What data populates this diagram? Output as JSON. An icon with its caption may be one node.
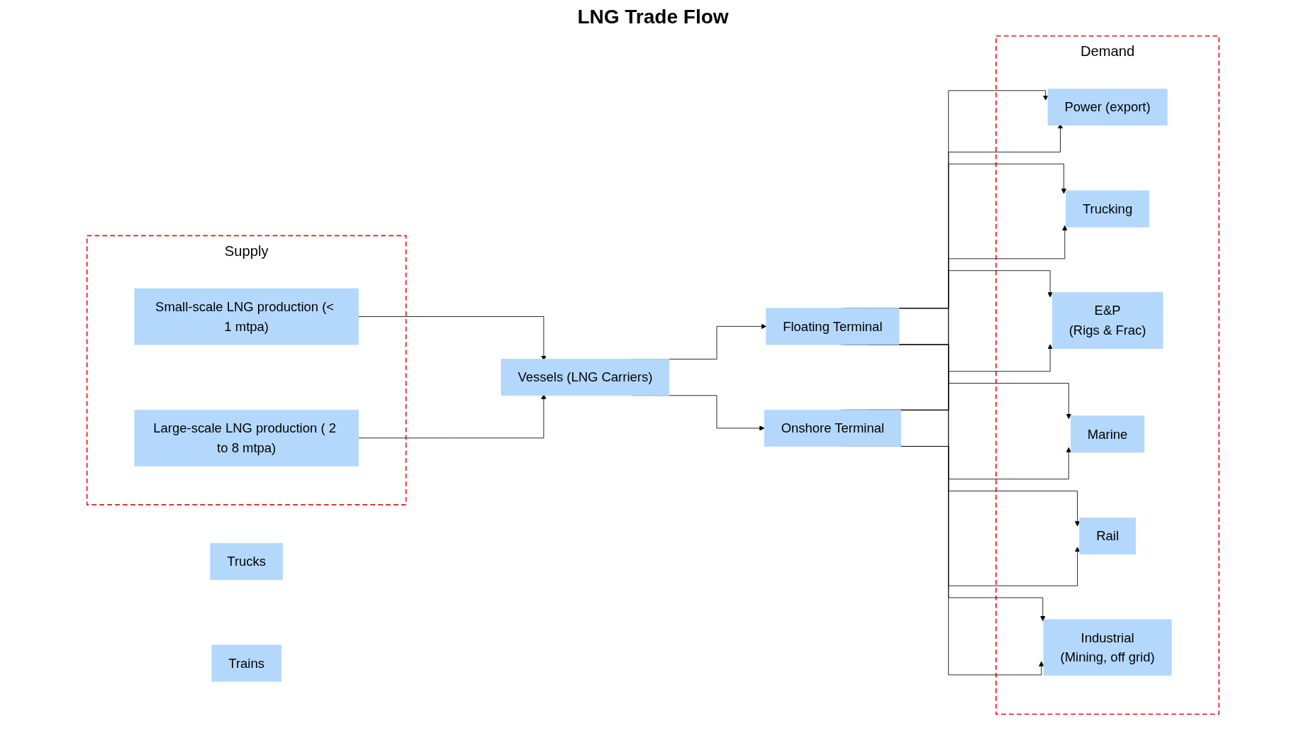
{
  "diagram": {
    "title": "LNG Trade Flow",
    "nodes": [
      {
        "text": [
          "Supply"
        ]
      },
      {
        "text": [
          "Small-scale LNG production (< 1 mtpa)"
        ],
        "in": 0
      },
      {
        "text": [
          "Large-scale LNG production ( 2 to 8 mtpa)"
        ],
        "in": 0
      },
      {
        "text": [
          "Trucks"
        ]
      },
      {
        "text": [
          "Vessels (LNG Carriers)"
        ]
      },
      {
        "text": [
          "Trains"
        ]
      },
      {
        "text": [
          "Floating Terminal"
        ]
      },
      {
        "text": [
          "Onshore Terminal"
        ]
      },
      {
        "text": [
          "Demand"
        ]
      },
      {
        "text": [
          "Power (export)"
        ],
        "in": 8
      },
      {
        "text": [
          "Trucking"
        ],
        "in": 8
      },
      {
        "text": [
          "E&P",
          "(Rigs & Frac)"
        ],
        "in": 8
      },
      {
        "text": [
          "Marine"
        ],
        "in": 8
      },
      {
        "text": [
          "Rail"
        ],
        "in": 8
      },
      {
        "text": [
          "Industrial",
          "(Mining, off grid)"
        ],
        "in": 8
      }
    ],
    "edges": [
      {
        "from": 1,
        "to": 4,
        "arrow": "to"
      },
      {
        "from": 2,
        "to": 4,
        "arrow": "to"
      },
      {
        "from": 4,
        "to": 6,
        "arrow": "to"
      },
      {
        "from": 4,
        "to": 7,
        "arrow": "to"
      },
      {
        "from": 6,
        "to": 9,
        "arrow": "to"
      },
      {
        "from": 6,
        "to": 10,
        "arrow": "to"
      },
      {
        "from": 6,
        "to": 11,
        "arrow": "to"
      },
      {
        "from": 6,
        "to": 12,
        "arrow": "to"
      },
      {
        "from": 6,
        "to": 13,
        "arrow": "to"
      },
      {
        "from": 6,
        "to": 14,
        "arrow": "to"
      },
      {
        "from": 7,
        "to": 9,
        "arrow": "to"
      },
      {
        "from": 7,
        "to": 10,
        "arrow": "to"
      },
      {
        "from": 7,
        "to": 11,
        "arrow": "to"
      },
      {
        "from": 7,
        "to": 12,
        "arrow": "to"
      },
      {
        "from": 7,
        "to": 13,
        "arrow": "to"
      },
      {
        "from": 7,
        "to": 14,
        "arrow": "to"
      }
    ]
  }
}
